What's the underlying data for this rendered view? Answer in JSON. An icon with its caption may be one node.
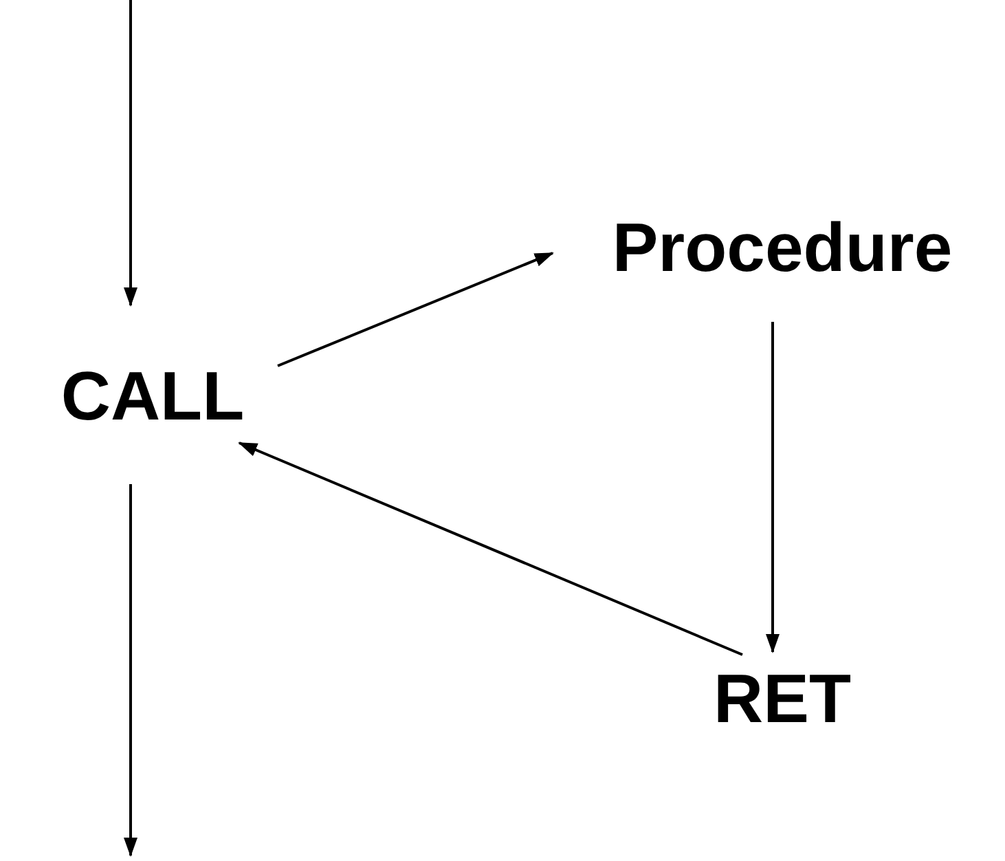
{
  "diagram": {
    "nodes": [
      {
        "text": [
          "CALL"
        ]
      },
      {
        "text": [
          "Procedure"
        ]
      },
      {
        "text": [
          "RET"
        ]
      }
    ],
    "edges": [
      {
        "from": null,
        "to": 0,
        "arrow": "to"
      },
      {
        "from": 0,
        "to": 1,
        "arrow": "to"
      },
      {
        "from": 1,
        "to": 2,
        "arrow": "to"
      },
      {
        "from": 2,
        "to": 0,
        "arrow": "to"
      },
      {
        "from": 0,
        "to": null,
        "arrow": "to"
      }
    ]
  }
}
